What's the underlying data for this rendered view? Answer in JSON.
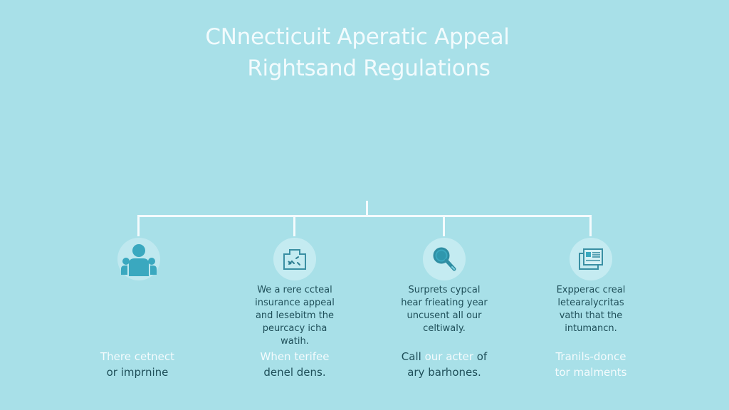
{
  "title": {
    "line1": "CNnecticuit Aperatic Appeal",
    "line2": "Rightsand Regulations"
  },
  "colors": {
    "background": "#a8e0e8",
    "title_text": "#f2fbfd",
    "connector": "#f4fbfd",
    "icon_circle": "#c4ebf1",
    "icon_fill": "#3aa8bf",
    "body_text": "#1f4f59"
  },
  "nodes": [
    {
      "icon": "people-group-icon",
      "description": [
        "",
        "",
        "",
        ""
      ],
      "label": {
        "line1": "There cetnect",
        "line2": "or imprnine",
        "line1_color": "white",
        "line2_color": "dark"
      }
    },
    {
      "icon": "document-chart-icon",
      "description": [
        "We a rere cctеal",
        "insurance appeal",
        "and lesebitm the",
        "peurcacy icha",
        "watih."
      ],
      "label": {
        "line1": "When terifee",
        "line2": "denel dens.",
        "line1_color": "white",
        "line2_color": "dark"
      }
    },
    {
      "icon": "magnifier-icon",
      "description": [
        "Surprets cypcal",
        "hear frieating year",
        "uncusent all our",
        "celtiwaly."
      ],
      "label": {
        "line1_a": "Call",
        "line1_b": "our acter",
        "line1_c": "of",
        "line2": "ary barhones.",
        "line2_color": "dark"
      }
    },
    {
      "icon": "documents-stack-icon",
      "description": [
        "Expperac creal",
        "letearalycritas",
        "vathı that the",
        "intumancn."
      ],
      "label": {
        "line1": "Tranils-donce",
        "line2": "tor malments",
        "line1_color": "white",
        "line2_color": "white"
      }
    }
  ]
}
